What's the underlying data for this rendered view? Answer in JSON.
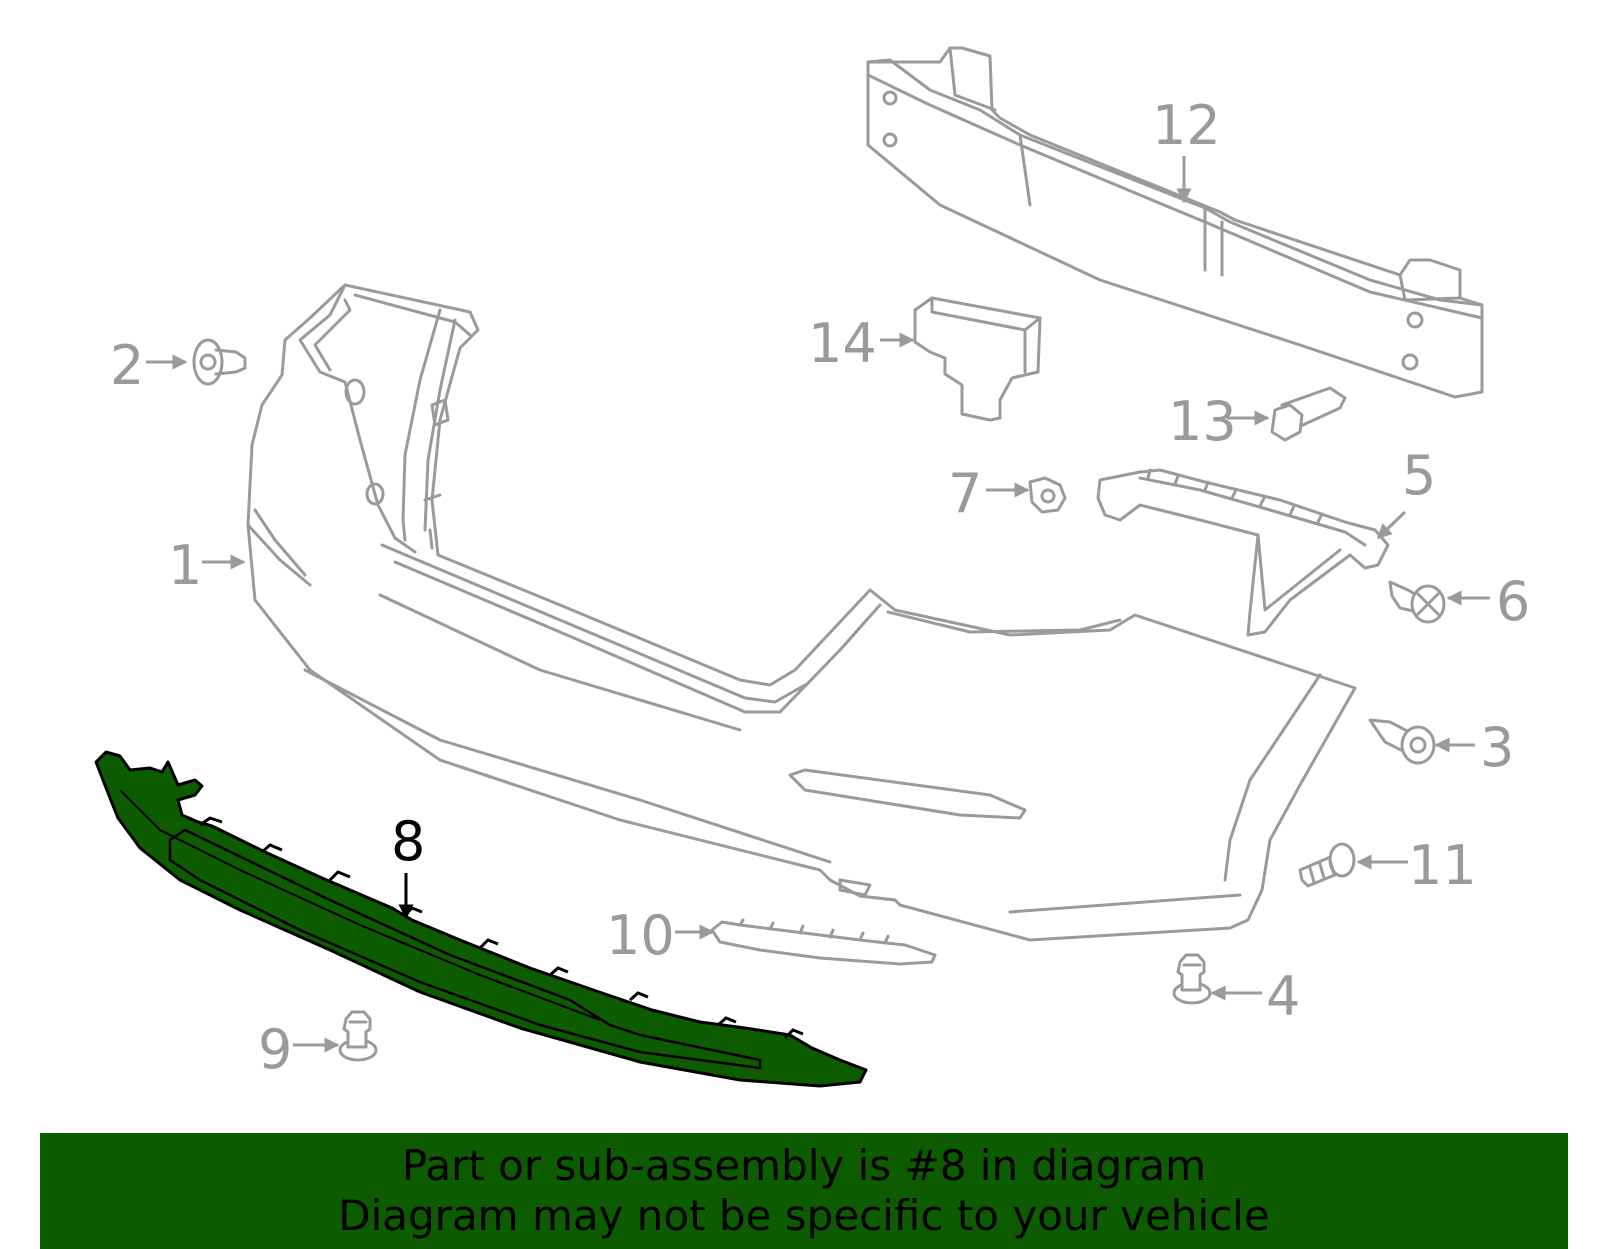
{
  "colors": {
    "highlight": "#0d5c00",
    "line": "#9a9a9a",
    "text": "#000000",
    "background": "#ffffff"
  },
  "callouts": {
    "c1": "1",
    "c2": "2",
    "c3": "3",
    "c4": "4",
    "c5": "5",
    "c6": "6",
    "c7": "7",
    "c8": "8",
    "c9": "9",
    "c10": "10",
    "c11": "11",
    "c12": "12",
    "c13": "13",
    "c14": "14"
  },
  "highlighted_part": "8",
  "banner": {
    "line1": "Part or sub-assembly is #8 in diagram",
    "line2": "Diagram may not be specific to your vehicle"
  }
}
